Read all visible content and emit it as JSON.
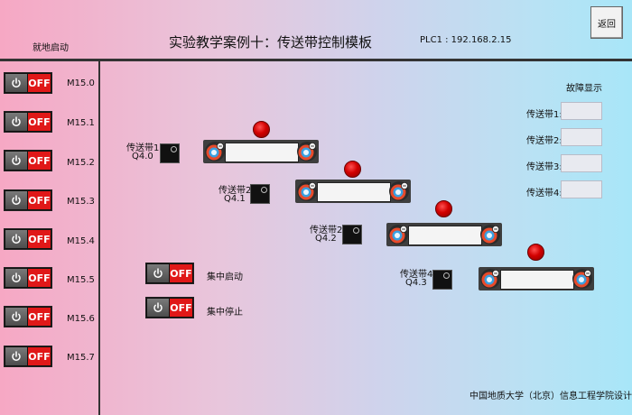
{
  "header": {
    "title": "实验教学案例十：传送带控制模板",
    "plc_label": "PLC1 : 192.168.2.15",
    "back_label": "返回",
    "local_start_label": "就地启动"
  },
  "local_switches": [
    {
      "state": "OFF",
      "address": "M15.0"
    },
    {
      "state": "OFF",
      "address": "M15.1"
    },
    {
      "state": "OFF",
      "address": "M15.2"
    },
    {
      "state": "OFF",
      "address": "M15.3"
    },
    {
      "state": "OFF",
      "address": "M15.4"
    },
    {
      "state": "OFF",
      "address": "M15.5"
    },
    {
      "state": "OFF",
      "address": "M15.6"
    },
    {
      "state": "OFF",
      "address": "M15.7"
    }
  ],
  "central": {
    "start": {
      "state": "OFF",
      "label": "集中启动"
    },
    "stop": {
      "state": "OFF",
      "label": "集中停止"
    }
  },
  "conveyors": [
    {
      "name": "传送带1",
      "output": "Q4.0"
    },
    {
      "name": "传送带2",
      "output": "Q4.1"
    },
    {
      "name": "传送带2",
      "output": "Q4.2"
    },
    {
      "name": "传送带4",
      "output": "Q4.3"
    }
  ],
  "fault_panel": {
    "title": "故障显示",
    "items": [
      {
        "label": "传送带1:",
        "value": ""
      },
      {
        "label": "传送带2:",
        "value": ""
      },
      {
        "label": "传送带3:",
        "value": ""
      },
      {
        "label": "传送带4:",
        "value": ""
      }
    ]
  },
  "footer": {
    "credit": "中国地质大学（北京）信息工程学院设计"
  },
  "colors": {
    "off": "#e01818",
    "lamp": "#d20000",
    "roller_ring": "#e84a2a",
    "roller_core": "#3aa0e0"
  }
}
